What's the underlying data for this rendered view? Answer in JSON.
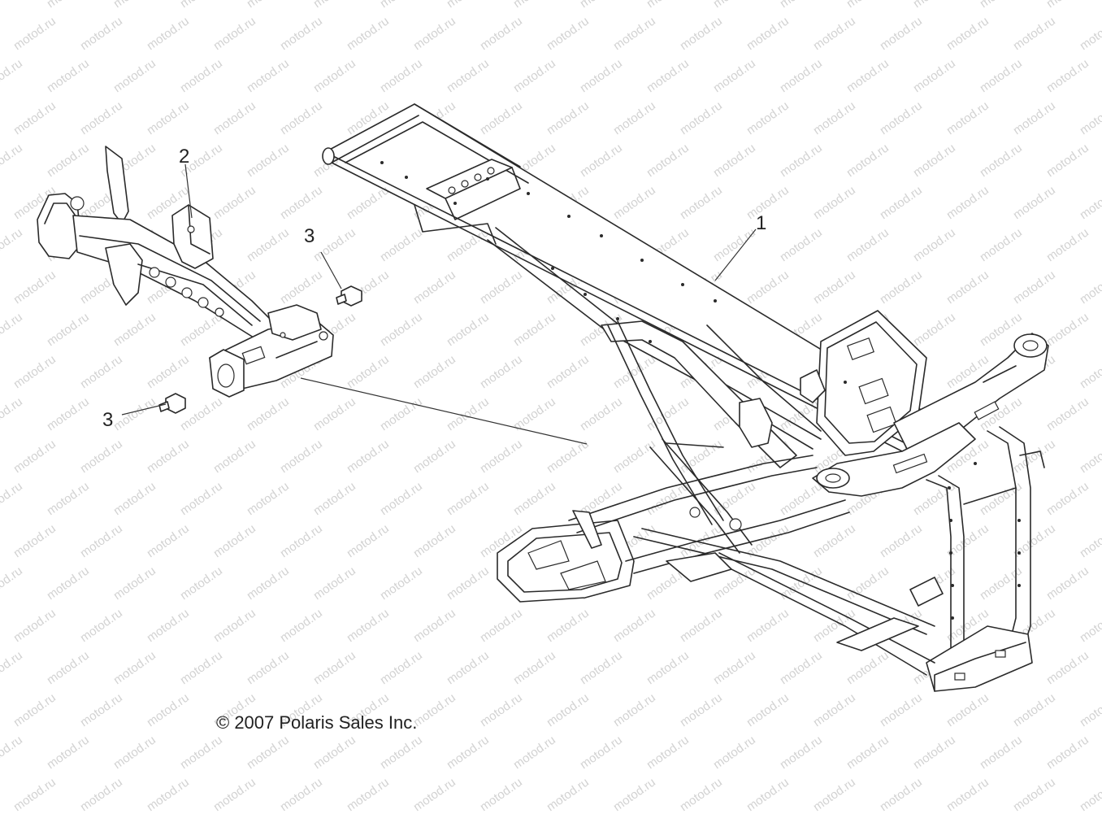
{
  "watermark": {
    "text": "motod.ru",
    "color": "#d2d2d2"
  },
  "callouts": [
    {
      "id": "1",
      "label": "1"
    },
    {
      "id": "2",
      "label": "2"
    },
    {
      "id": "3a",
      "label": "3"
    },
    {
      "id": "3b",
      "label": "3"
    }
  ],
  "copyright": "© 2007 Polaris Sales Inc.",
  "colors": {
    "line": "#2a2a2a",
    "background": "#ffffff"
  }
}
